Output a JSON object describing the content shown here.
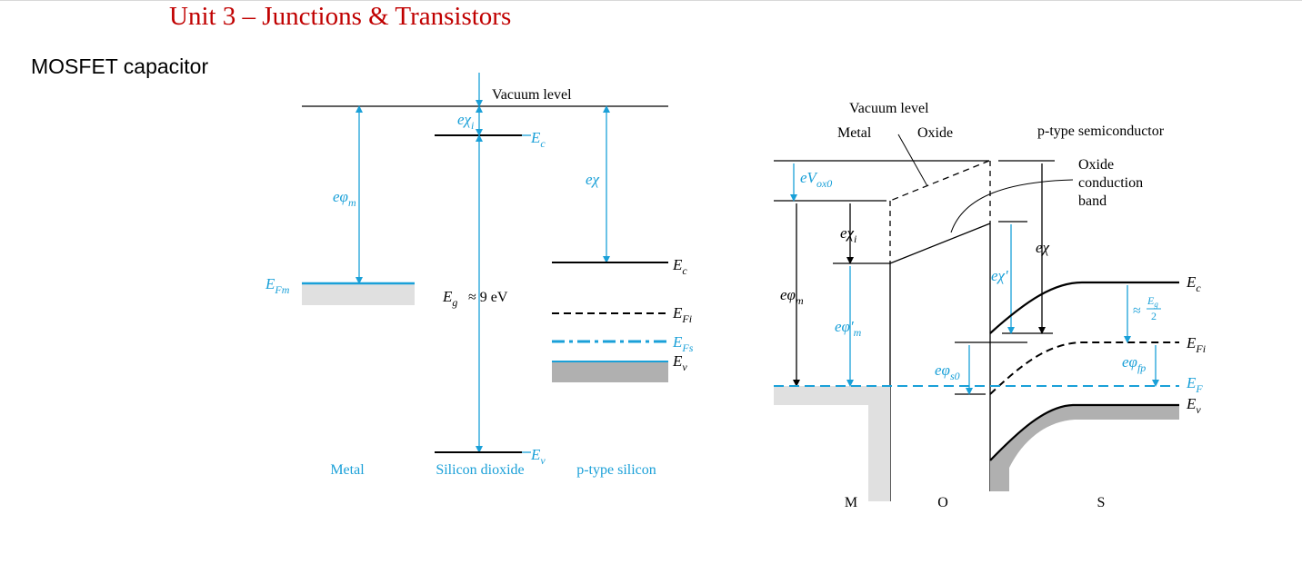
{
  "header": {
    "title": "Unit 3 – Junctions & Transistors",
    "subtitle": "MOSFET capacitor"
  },
  "colors": {
    "title": "#c00000",
    "accent": "#1aa0d8",
    "lineBlack": "#000000",
    "fillLight": "#e0e0e0",
    "fillDark": "#b0b0b0"
  },
  "left_diagram": {
    "vacuum_level": "Vacuum level",
    "materials": [
      "Metal",
      "Silicon dioxide",
      "p-type silicon"
    ],
    "metal_workfunction": {
      "base": "eφ",
      "sub": "m"
    },
    "metal_fermi": {
      "base": "E",
      "sub": "Fm"
    },
    "oxide_affinity": {
      "base": "eχ",
      "sub": "i"
    },
    "oxide_ec": {
      "base": "E",
      "sub": "c"
    },
    "oxide_ev": {
      "base": "E",
      "sub": "v"
    },
    "bandgap": "≈ 9 eV",
    "bandgap_symbol": {
      "base": "E",
      "sub": "g"
    },
    "si_affinity": "eχ",
    "si_levels": [
      {
        "base": "E",
        "sub": "c"
      },
      {
        "base": "E",
        "sub": "Fi"
      },
      {
        "base": "E",
        "sub": "Fs"
      },
      {
        "base": "E",
        "sub": "v"
      }
    ]
  },
  "right_diagram": {
    "vacuum_level": "Vacuum level",
    "metal": "Metal",
    "oxide": "Oxide",
    "semiconductor": "p-type semiconductor",
    "oxide_cb_lines": [
      "Oxide",
      "conduction",
      "band"
    ],
    "vox0": {
      "base": "eV",
      "sub": "ox0"
    },
    "chi_i": {
      "base": "eχ",
      "sub": "i"
    },
    "chi": "eχ",
    "chi_prime": "eχ′",
    "phi_m": {
      "base": "eφ",
      "sub": "m"
    },
    "phi_m_prime": {
      "base": "eφ′",
      "sub": "m"
    },
    "phi_s0": {
      "base": "eφ",
      "sub": "s0"
    },
    "phi_fp": {
      "base": "eφ",
      "sub": "fp"
    },
    "approx_half_gap": {
      "approx": "≈",
      "num": "E",
      "num_sub": "g",
      "den": "2"
    },
    "levels": [
      {
        "base": "E",
        "sub": "c"
      },
      {
        "base": "E",
        "sub": "Fi"
      },
      {
        "base": "E",
        "sub": "F"
      },
      {
        "base": "E",
        "sub": "v"
      }
    ],
    "regions": [
      "M",
      "O",
      "S"
    ]
  }
}
